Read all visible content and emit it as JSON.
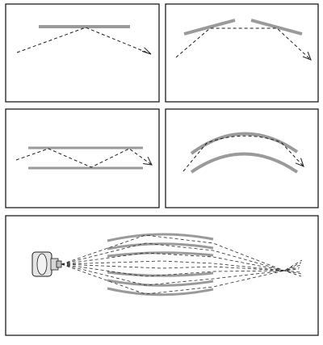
{
  "figure": {
    "panels": [
      {
        "id": "single-flat-reflection",
        "mirror_count": 1,
        "reflections": 1
      },
      {
        "id": "double-flat-reflection",
        "mirror_count": 2,
        "reflections": 2
      },
      {
        "id": "parallel-guide-reflection",
        "mirror_count": 2,
        "reflections": 3
      },
      {
        "id": "curved-guide-reflection",
        "mirror_count": 2,
        "reflections": 2
      },
      {
        "id": "nested-focusing-optic",
        "mirror_shells": 6,
        "source": "x-ray-source"
      }
    ],
    "colors": {
      "frame": "#1c1c1c",
      "mirror": "#9a9a9a",
      "ray": "#1c1c1c",
      "background": "#ffffff"
    },
    "icons": {
      "source": "x-ray-tube-icon",
      "arrow": "arrowhead-icon"
    }
  }
}
